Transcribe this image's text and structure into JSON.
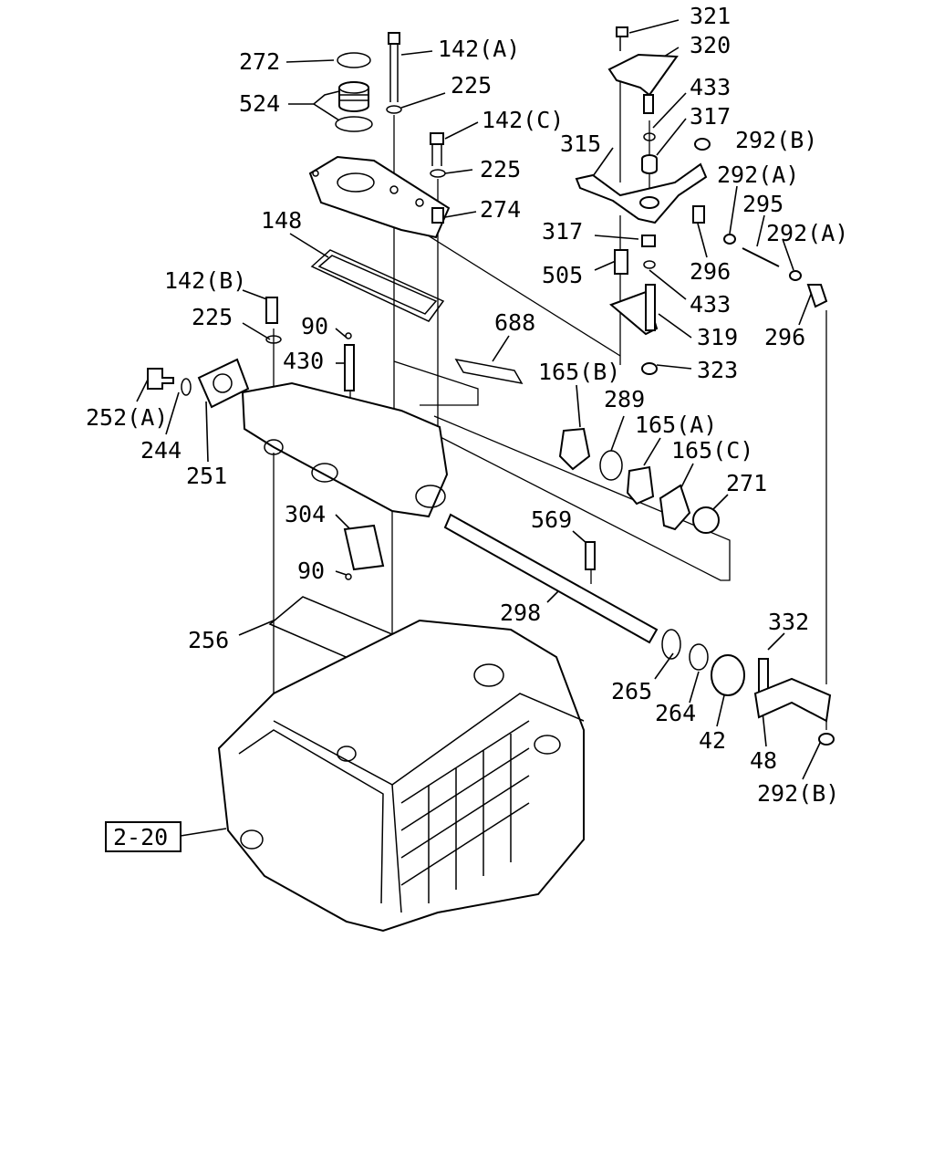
{
  "labels": [
    {
      "text": "321"
    },
    {
      "text": "320"
    },
    {
      "text": "433"
    },
    {
      "text": "317"
    },
    {
      "text": "292(B)"
    },
    {
      "text": "315"
    },
    {
      "text": "292(A)"
    },
    {
      "text": "295"
    },
    {
      "text": "292(A)"
    },
    {
      "text": "317"
    },
    {
      "text": "296"
    },
    {
      "text": "505"
    },
    {
      "text": "433"
    },
    {
      "text": "296"
    },
    {
      "text": "319"
    },
    {
      "text": "323"
    },
    {
      "text": "272"
    },
    {
      "text": "142(A)"
    },
    {
      "text": "524"
    },
    {
      "text": "225"
    },
    {
      "text": "142(C)"
    },
    {
      "text": "225"
    },
    {
      "text": "274"
    },
    {
      "text": "148"
    },
    {
      "text": "142(B)"
    },
    {
      "text": "225"
    },
    {
      "text": "90"
    },
    {
      "text": "688"
    },
    {
      "text": "430"
    },
    {
      "text": "165(B)"
    },
    {
      "text": "289"
    },
    {
      "text": "165(A)"
    },
    {
      "text": "252(A)"
    },
    {
      "text": "165(C)"
    },
    {
      "text": "244"
    },
    {
      "text": "271"
    },
    {
      "text": "251"
    },
    {
      "text": "304"
    },
    {
      "text": "569"
    },
    {
      "text": "90"
    },
    {
      "text": "298"
    },
    {
      "text": "332"
    },
    {
      "text": "256"
    },
    {
      "text": "265"
    },
    {
      "text": "264"
    },
    {
      "text": "42"
    },
    {
      "text": "48"
    },
    {
      "text": "292(B)"
    }
  ],
  "reference_box": {
    "text": "2-20"
  }
}
